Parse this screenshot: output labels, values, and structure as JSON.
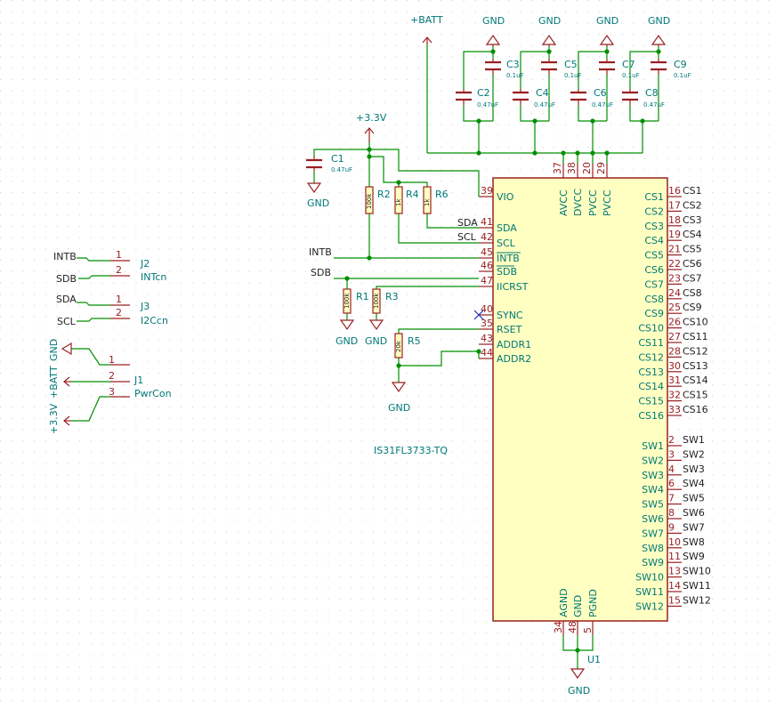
{
  "chip": {
    "ref": "U1",
    "part": "IS31FL3733-TQ",
    "left_pins": [
      {
        "num": "39",
        "name": "VIO"
      },
      {
        "num": "41",
        "name": "SDA"
      },
      {
        "num": "42",
        "name": "SCL"
      },
      {
        "num": "45",
        "name": "INTB"
      },
      {
        "num": "46",
        "name": "SDB"
      },
      {
        "num": "47",
        "name": "IICRST"
      },
      {
        "num": "40",
        "name": "SYNC"
      },
      {
        "num": "35",
        "name": "RSET"
      },
      {
        "num": "43",
        "name": "ADDR1"
      },
      {
        "num": "44",
        "name": "ADDR2"
      }
    ],
    "top_pins": [
      {
        "num": "37",
        "name": "AVCC"
      },
      {
        "num": "38",
        "name": "DVCC"
      },
      {
        "num": "20",
        "name": "PVCC"
      },
      {
        "num": "29",
        "name": "PVCC"
      }
    ],
    "bottom_pins": [
      {
        "num": "34",
        "name": "AGND"
      },
      {
        "num": "48",
        "name": "GND"
      },
      {
        "num": "5",
        "name": "PGND"
      }
    ],
    "cs_pins": [
      {
        "num": "16",
        "name": "CS1",
        "net": "CS1"
      },
      {
        "num": "17",
        "name": "CS2",
        "net": "CS2"
      },
      {
        "num": "18",
        "name": "CS3",
        "net": "CS3"
      },
      {
        "num": "19",
        "name": "CS4",
        "net": "CS4"
      },
      {
        "num": "21",
        "name": "CS5",
        "net": "CS5"
      },
      {
        "num": "22",
        "name": "CS6",
        "net": "CS6"
      },
      {
        "num": "23",
        "name": "CS7",
        "net": "CS7"
      },
      {
        "num": "24",
        "name": "CS8",
        "net": "CS8"
      },
      {
        "num": "25",
        "name": "CS9",
        "net": "CS9"
      },
      {
        "num": "26",
        "name": "CS10",
        "net": "CS10"
      },
      {
        "num": "27",
        "name": "CS11",
        "net": "CS11"
      },
      {
        "num": "28",
        "name": "CS12",
        "net": "CS12"
      },
      {
        "num": "30",
        "name": "CS13",
        "net": "CS13"
      },
      {
        "num": "31",
        "name": "CS14",
        "net": "CS14"
      },
      {
        "num": "32",
        "name": "CS15",
        "net": "CS15"
      },
      {
        "num": "33",
        "name": "CS16",
        "net": "CS16"
      }
    ],
    "sw_pins": [
      {
        "num": "2",
        "name": "SW1",
        "net": "SW1"
      },
      {
        "num": "3",
        "name": "SW2",
        "net": "SW2"
      },
      {
        "num": "4",
        "name": "SW3",
        "net": "SW3"
      },
      {
        "num": "6",
        "name": "SW4",
        "net": "SW4"
      },
      {
        "num": "7",
        "name": "SW5",
        "net": "SW5"
      },
      {
        "num": "8",
        "name": "SW6",
        "net": "SW6"
      },
      {
        "num": "9",
        "name": "SW7",
        "net": "SW7"
      },
      {
        "num": "10",
        "name": "SW8",
        "net": "SW8"
      },
      {
        "num": "11",
        "name": "SW9",
        "net": "SW9"
      },
      {
        "num": "13",
        "name": "SW10",
        "net": "SW10"
      },
      {
        "num": "14",
        "name": "SW11",
        "net": "SW11"
      },
      {
        "num": "15",
        "name": "SW12",
        "net": "SW12"
      }
    ]
  },
  "caps": [
    {
      "ref": "C1",
      "value": "0.47uF"
    },
    {
      "ref": "C2",
      "value": "0.47uF"
    },
    {
      "ref": "C3",
      "value": "0.1uF"
    },
    {
      "ref": "C4",
      "value": "0.47uF"
    },
    {
      "ref": "C5",
      "value": "0.1uF"
    },
    {
      "ref": "C6",
      "value": "0.47uF"
    },
    {
      "ref": "C7",
      "value": "0.1uF"
    },
    {
      "ref": "C8",
      "value": "0.47uF"
    },
    {
      "ref": "C9",
      "value": "0.1uF"
    }
  ],
  "resistors": [
    {
      "ref": "R1",
      "value": "100k"
    },
    {
      "ref": "R2",
      "value": "100k"
    },
    {
      "ref": "R3",
      "value": "100k"
    },
    {
      "ref": "R4",
      "value": "1k"
    },
    {
      "ref": "R5",
      "value": "20k"
    },
    {
      "ref": "R6",
      "value": "1k"
    }
  ],
  "power": {
    "gnd": "GND",
    "v33": "+3.3V",
    "vbatt": "+BATT"
  },
  "nets": {
    "sda": "SDA",
    "scl": "SCL",
    "intb": "INTB",
    "sdb": "SDB"
  },
  "connectors": [
    {
      "ref": "J2",
      "value": "INTcn",
      "pins": [
        {
          "num": "1",
          "net": "INTB"
        },
        {
          "num": "2",
          "net": "SDB"
        }
      ]
    },
    {
      "ref": "J3",
      "value": "I2Ccn",
      "pins": [
        {
          "num": "1",
          "net": "SDA"
        },
        {
          "num": "2",
          "net": "SCL"
        }
      ]
    },
    {
      "ref": "J1",
      "value": "PwrCon",
      "pins": [
        {
          "num": "1",
          "net": "GND"
        },
        {
          "num": "2",
          "net": "+BATT"
        },
        {
          "num": "3",
          "net": "+3.3V"
        }
      ]
    }
  ]
}
